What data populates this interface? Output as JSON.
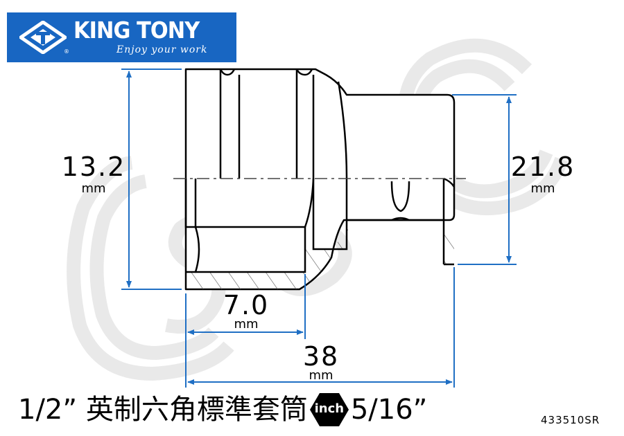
{
  "logo": {
    "brand": "KING TONY",
    "tagline": "Enjoy your work",
    "registered": "®",
    "color": "#1866c2"
  },
  "dimensions": {
    "hex_depth": {
      "value": "13.2",
      "unit": "mm"
    },
    "outer_diameter": {
      "value": "21.8",
      "unit": "mm"
    },
    "drive_depth": {
      "value": "7.0",
      "unit": "mm"
    },
    "length": {
      "value": "38",
      "unit": "mm"
    }
  },
  "title": {
    "drive": "1/2”",
    "name": "英制六角標準套筒",
    "badge": "inch",
    "size": "5/16”"
  },
  "part_number": "433510SR",
  "colors": {
    "dimension_lines": "#1f6fc4",
    "watermark": "#e6e6e6"
  }
}
